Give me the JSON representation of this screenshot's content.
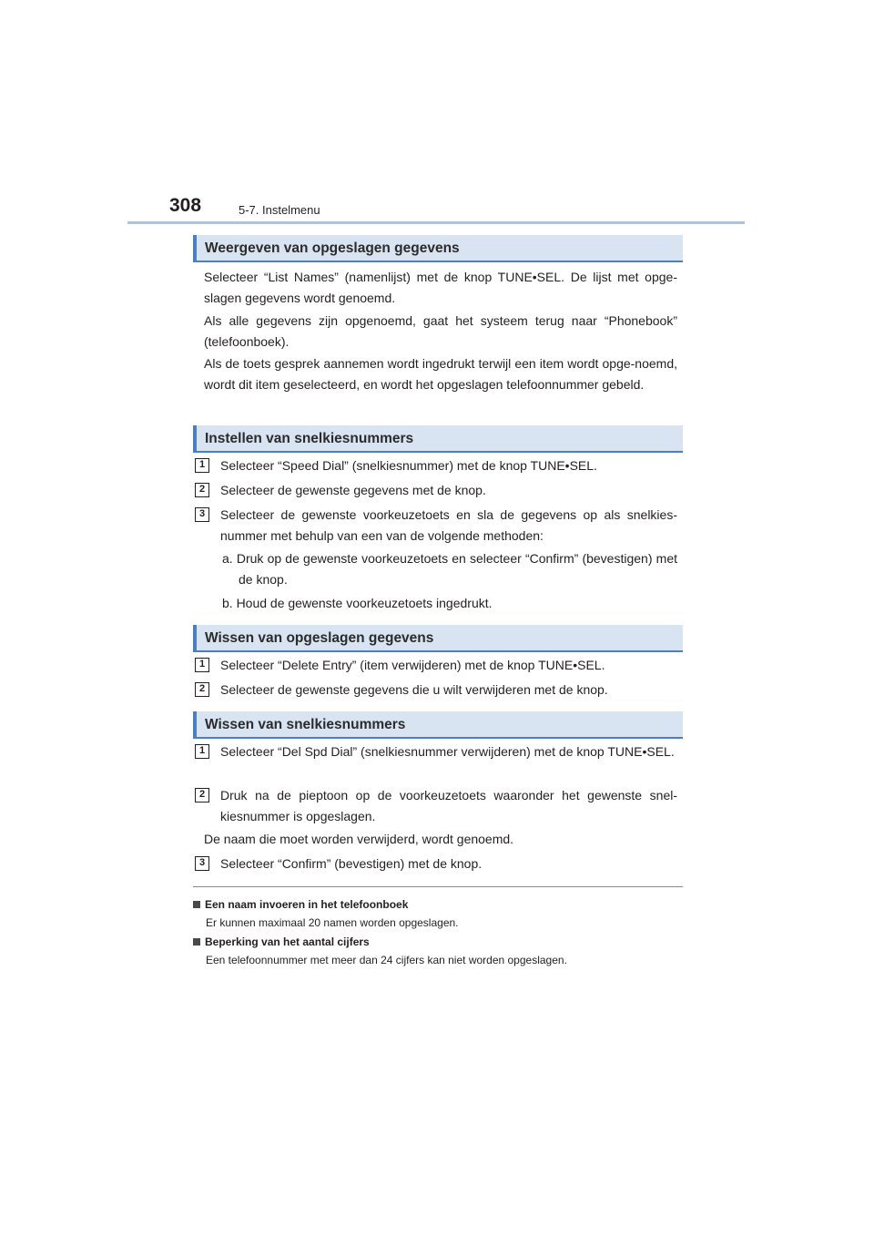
{
  "header": {
    "page_number": "308",
    "chapter": "5-7. Instelmenu"
  },
  "sections": [
    {
      "title": "Weergeven van opgeslagen gegevens",
      "paragraphs": [
        "Selecteer “List Names” (namenlijst) met de knop TUNE•SEL. De lijst met opge-slagen gegevens wordt genoemd.",
        "Als alle gegevens zijn opgenoemd, gaat het systeem terug naar “Phonebook” (telefoonboek).",
        "Als de toets gesprek aannemen wordt ingedrukt terwijl een item wordt opge-noemd, wordt dit item geselecteerd, en wordt het opgeslagen telefoonnummer gebeld."
      ]
    },
    {
      "title": "Instellen van snelkiesnummers",
      "steps": [
        {
          "num": "1",
          "text": "Selecteer “Speed Dial” (snelkiesnummer) met de knop TUNE•SEL."
        },
        {
          "num": "2",
          "text": "Selecteer de gewenste gegevens met de knop."
        },
        {
          "num": "3",
          "text": "Selecteer de gewenste voorkeuzetoets en sla de gegevens op als snelkies-nummer met behulp van een van de volgende methoden:"
        }
      ],
      "substeps": [
        "a. Druk op de gewenste voorkeuzetoets en selecteer “Confirm” (bevestigen) met de knop.",
        "b. Houd de gewenste voorkeuzetoets ingedrukt."
      ]
    },
    {
      "title": "Wissen van opgeslagen gegevens",
      "steps": [
        {
          "num": "1",
          "text": "Selecteer “Delete Entry” (item verwijderen) met de knop TUNE•SEL."
        },
        {
          "num": "2",
          "text": "Selecteer de gewenste gegevens die u wilt verwijderen met de knop."
        }
      ]
    },
    {
      "title": "Wissen van snelkiesnummers",
      "steps": [
        {
          "num": "1",
          "text": "Selecteer “Del Spd Dial” (snelkiesnummer verwijderen) met de knop TUNE•SEL."
        },
        {
          "num": "2",
          "text": "Druk na de pieptoon op de voorkeuzetoets waaronder het gewenste snel-kiesnummer is opgeslagen."
        },
        {
          "num": "3",
          "text": "Selecteer “Confirm” (bevestigen) met de knop."
        }
      ],
      "note_line": "De naam die moet worden verwijderd, wordt genoemd."
    }
  ],
  "notes": [
    {
      "title": "Een naam invoeren in het telefoonboek",
      "text": "Er kunnen maximaal 20 namen worden opgeslagen."
    },
    {
      "title": "Beperking van het aantal cijfers",
      "text": "Een telefoonnummer met meer dan 24 cijfers kan niet worden opgeslagen."
    }
  ],
  "colors": {
    "section_fill": "#d8e4f2",
    "section_accent": "#4d7fc0",
    "header_rule": "#a9c4e3"
  }
}
